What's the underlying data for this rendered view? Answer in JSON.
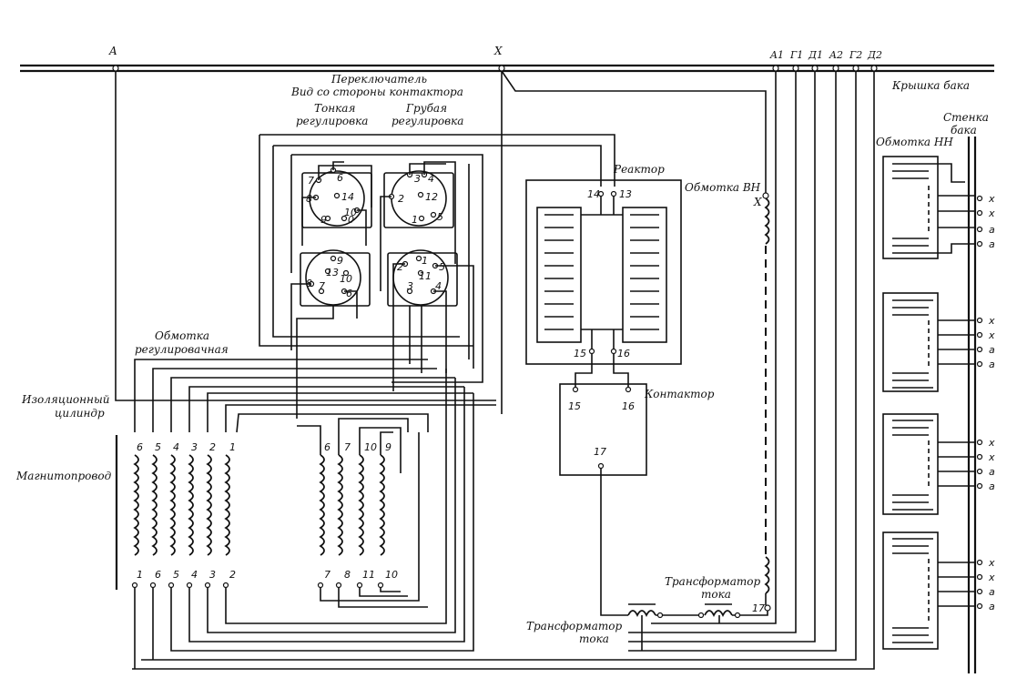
{
  "bus_labels": [
    "A",
    "X",
    "A1",
    "Г1",
    "Д1",
    "A2",
    "Г2",
    "Д2"
  ],
  "tank_cover": "Крышка бака",
  "tank_wall": [
    "Стенка",
    "бака"
  ],
  "switch_title": [
    "Переключатель",
    "Вид со стороны контактора"
  ],
  "fine_regulation": [
    "Тонкая",
    "регулировка"
  ],
  "coarse_regulation": [
    "Грубая",
    "регулировка"
  ],
  "reactor": "Реактор",
  "reactor_terminals": [
    "14",
    "13",
    "15",
    "16"
  ],
  "contactor": "Контактор",
  "contactor_terminals": [
    "15",
    "16",
    "17"
  ],
  "hv_winding": [
    "Обмотка ВН",
    "X"
  ],
  "lv_winding": "Обмотка НН",
  "lv_terminals": [
    "x",
    "x",
    "a",
    "a"
  ],
  "reg_winding": [
    "Обмотка",
    "регулировачная"
  ],
  "insulating_cylinder": [
    "Изоляционный",
    "цилиндр"
  ],
  "magnetic_core": "Магнитопровод",
  "current_transformer_1": [
    "Трансформатор",
    "тока"
  ],
  "current_transformer_2": [
    "Трансформатор",
    "тока"
  ],
  "terminal_17": "17",
  "fine_selector_top": [
    "7",
    "6",
    "8",
    "14",
    "10",
    "9",
    "0"
  ],
  "coarse_selector_top": [
    "3",
    "4",
    "2",
    "12",
    "1",
    "5"
  ],
  "fine_selector_bottom": [
    "9",
    "13",
    "10",
    "8",
    "7",
    "6"
  ],
  "coarse_selector_bottom": [
    "2",
    "1",
    "5",
    "11",
    "3",
    "4"
  ],
  "left_coils_top": [
    "6",
    "5",
    "4",
    "3",
    "2",
    "1"
  ],
  "left_coils_bottom": [
    "1",
    "6",
    "5",
    "4",
    "3",
    "2"
  ],
  "right_coils_top": [
    "6",
    "7",
    "10",
    "9"
  ],
  "right_coils_bottom": [
    "7",
    "8",
    "11",
    "10"
  ]
}
